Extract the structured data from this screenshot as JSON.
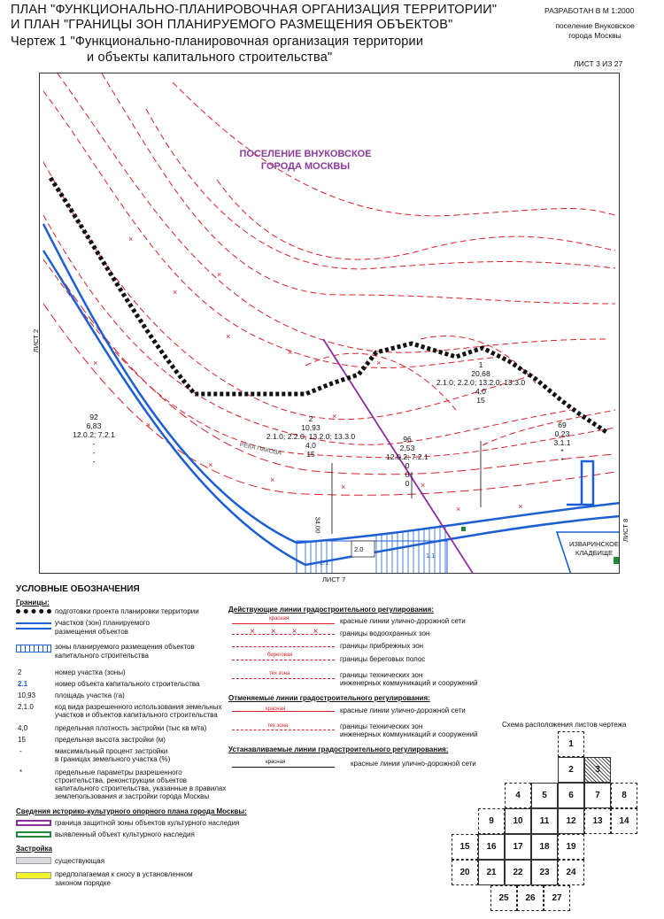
{
  "header": {
    "title1": "ПЛАН \"ФУНКЦИОНАЛЬНО-ПЛАНИРОВОЧНАЯ ОРГАНИЗАЦИЯ ТЕРРИТОРИИ\"",
    "title2": "И ПЛАН \"ГРАНИЦЫ ЗОН ПЛАНИРУЕМОГО РАЗМЕЩЕНИЯ ОБЪЕКТОВ\"",
    "title3": "Чертеж 1 \"Функционально-планировочная организация территории",
    "title4": "и объекты капитального строительства\"",
    "scale": "РАЗРАБОТАН В М 1:2000",
    "place1": "поселение Внуковское",
    "place2": "города Москвы",
    "sheet": "ЛИСТ 3 ИЗ 27"
  },
  "map": {
    "region1": "ПОСЕЛЕНИЕ ВНУКОВСКОЕ",
    "region2": "ГОРОДА МОСКВЫ",
    "sheet_left": "ЛИСТ 2",
    "sheet_bottom": "ЛИСТ 7",
    "sheet_right": "ЛИСТ 8",
    "river": "РЕКА ПАКОВА",
    "cemetery1": "ИЗВАРИНСКОЕ",
    "cemetery2": "КЛАДБИЩЕ",
    "dimension": "34,00",
    "zones": [
      {
        "num": "92",
        "area": "6,83",
        "use": "12.0.2; 7.2.1",
        "dens": "-",
        "height": "-",
        "extra": "-"
      },
      {
        "num": "2",
        "area": "10,93",
        "use": "2.1.0; 2.2.0; 13.2.0; 13.3.0",
        "dens": "4,0",
        "height": "15"
      },
      {
        "num": "96",
        "area": "2,53",
        "use": "12.0.2; 7.2.1",
        "dens": "0",
        "height": "0",
        "extra": "0"
      },
      {
        "num": "1",
        "area": "20,68",
        "use": "2.1.0; 2.2.0; 13.2.0; 13.3.0",
        "dens": "4,0",
        "height": "15"
      },
      {
        "num": "69",
        "area": "0,23",
        "use": "3.1.1",
        "dens": "*",
        "height": "*"
      }
    ],
    "obj_labels": [
      "2.1",
      "2.0",
      "1.1"
    ]
  },
  "legend": {
    "title": "УСЛОВНЫЕ ОБОЗНАЧЕНИЯ",
    "borders_h": "Границы:",
    "b1": "подготовки проекта планировки территории",
    "b2a": "участков (зон) планируемого",
    "b2b": "размещения объектов",
    "b3a": "зоны планируемого размещения объектов",
    "b3b": "капитального строительства",
    "k1_key": "2",
    "k1": "номер участка (зоны)",
    "k2_key": "2.1",
    "k2": "номер объекта капитального строительства",
    "k3_key": "10,93",
    "k3": "площадь участка (га)",
    "k4_key": "2.1.0",
    "k4a": "код вида разрешенного использования земельных",
    "k4b": "участков и объектов капитального строительства",
    "k5_key": "4,0",
    "k5": "предельная плотность застройки (тыс кв м/га)",
    "k6_key": "15",
    "k6": "предельная высота застройки (м)",
    "k7_key": "-",
    "k7a": "максимальный процент застройки",
    "k7b": "в границах земельного участка (%)",
    "k8_key": "*",
    "k8a": "предельные параметры разрешенного",
    "k8b": "строительства, реконструкции объектов",
    "k8c": "капитального строительства, указанные в правилах",
    "k8d": "землепользования и застройки города Москвы",
    "hist_h": "Сведения историко-культурного опорного плана города Москвы:",
    "h1": "граница защитной зоны объектов культурного наследия",
    "h2": "выявленный объект культурного наследия",
    "build_h": "Застройка",
    "s1": "существующая",
    "s2a": "предполагаемая к сносу в установленном",
    "s2b": "законом порядке",
    "act_h": "Действующие линии градостроительного регулирования:",
    "a1_tag": "красная",
    "a1": "красные линии улично-дорожной сети",
    "a2": "границы водоохранных зон",
    "a3": "границы прибрежных зон",
    "a4_tag": "береговая",
    "a4": "границы береговых полос",
    "a5_tag": "тех зона",
    "a5a": "границы технических зон",
    "a5b": "инженерных коммуникаций и сооружений",
    "can_h": "Отменяемые линии градостроительного регулирования:",
    "c1_tag": "красная",
    "c1": "красные линии улично-дорожной сети",
    "c2_tag": "тех зона",
    "c2a": "границы технических зон",
    "c2b": "инженерных коммуникаций и сооружений",
    "set_h": "Устанавливаемые линии градостроительного регулирования:",
    "e1_tag": "красная",
    "e1": "красные линии улично-дорожной сети"
  },
  "scheme": {
    "title": "Схема расположения листов чертежа",
    "cells": [
      "1",
      "2",
      "3",
      "4",
      "5",
      "6",
      "7",
      "8",
      "9",
      "10",
      "11",
      "12",
      "13",
      "14",
      "15",
      "16",
      "17",
      "18",
      "19",
      "20",
      "21",
      "22",
      "23",
      "24",
      "25",
      "26",
      "27"
    ]
  },
  "colors": {
    "red": "#d9202a",
    "blue": "#1c5fd4",
    "purple": "#8b2fa0",
    "green": "#1f8a3a",
    "region": "#8b3a9e"
  }
}
